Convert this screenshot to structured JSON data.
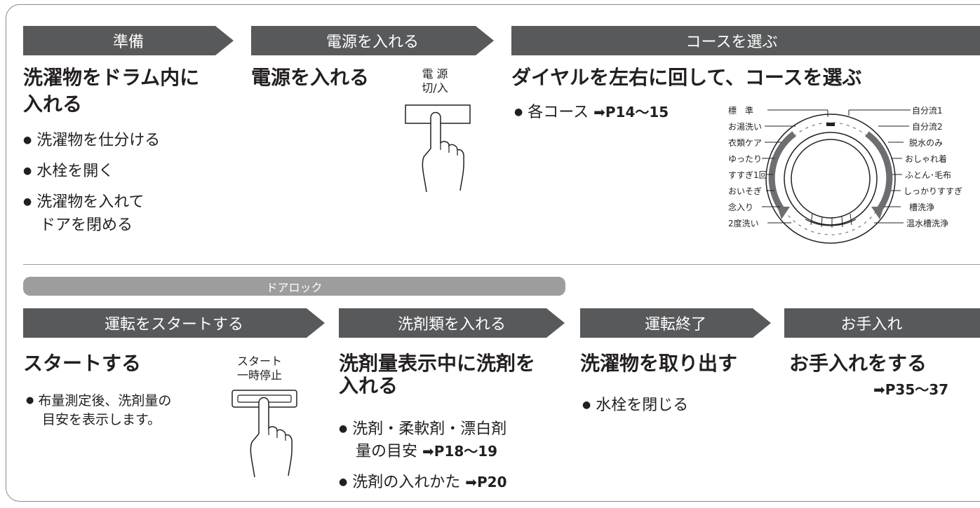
{
  "steps_top": [
    {
      "banner": "準備",
      "heading": [
        "洗濯物をドラム内に",
        "入れる"
      ],
      "bullets": [
        "洗濯物を仕分ける",
        "水栓を開く",
        "洗濯物を入れて",
        "ドアを閉める"
      ]
    },
    {
      "banner": "電源を入れる",
      "heading": [
        "電源を入れる"
      ],
      "button_label": [
        "電 源",
        "切/入"
      ]
    },
    {
      "banner": "コースを選ぶ",
      "heading": [
        "ダイヤルを左右に回して、コースを選ぶ"
      ],
      "bullet": "各コース",
      "ref": "P14～15"
    }
  ],
  "dial": {
    "left_labels": [
      "標　準",
      "お湯洗い",
      "衣類ケア",
      "ゆったり",
      "すすぎ1回",
      "おいそぎ",
      "念入り",
      "2度洗い"
    ],
    "right_labels": [
      "自分流1",
      "自分流2",
      "脱水のみ",
      "おしゃれ着",
      "ふとん･毛布",
      "しっかりすすぎ",
      "槽洗浄",
      "温水槽洗浄"
    ]
  },
  "door_lock": "ドアロック",
  "steps_bottom": [
    {
      "banner": "運転をスタートする",
      "heading": "スタートする",
      "button_label": [
        "スタート",
        "一時停止"
      ],
      "bullets": [
        "布量測定後、洗剤量の",
        "目安を表示します。"
      ]
    },
    {
      "banner": "洗剤類を入れる",
      "heading": [
        "洗剤量表示中に洗剤を",
        "入れる"
      ],
      "bullets": [
        "洗剤・柔軟剤・漂白剤",
        "量の目安",
        "洗剤の入れかた"
      ],
      "ref1": "P18～19",
      "ref2": "P20"
    },
    {
      "banner": "運転終了",
      "heading": "洗濯物を取り出す",
      "bullets": [
        "水栓を閉じる"
      ]
    },
    {
      "banner": "お手入れ",
      "heading": "お手入れをする",
      "ref": "P35～37"
    }
  ],
  "bullet_mark": "●",
  "arrow_glyph": "➡",
  "colors": {
    "banner": "#58595b",
    "lockbar": "#9d9d9d",
    "text": "#231f20"
  }
}
